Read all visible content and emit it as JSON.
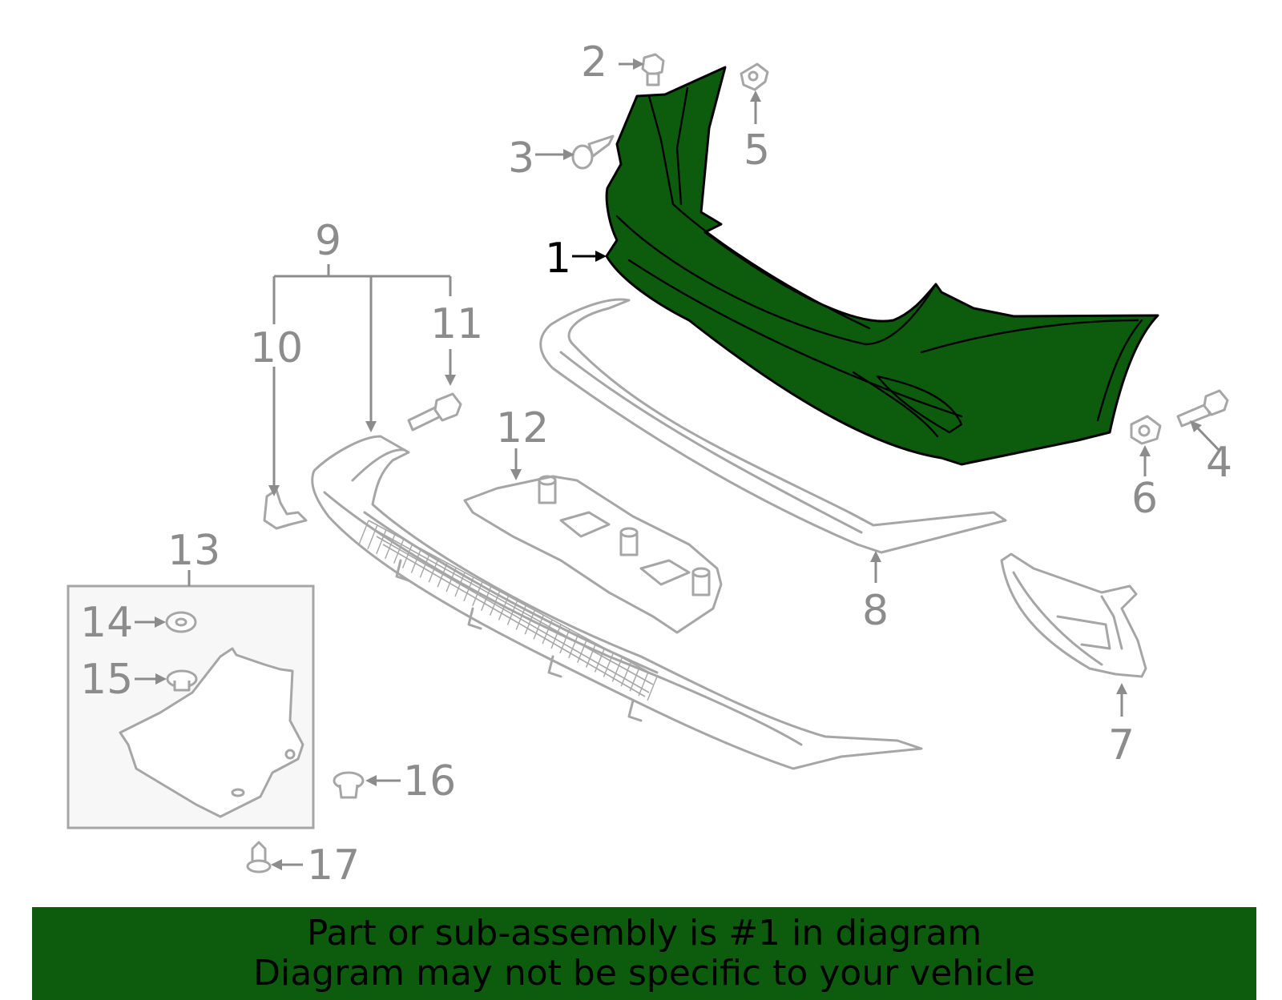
{
  "diagram": {
    "highlight_color": "#0d5c0d",
    "callouts": [
      {
        "id": "1",
        "label": "1",
        "highlighted": true
      },
      {
        "id": "2",
        "label": "2"
      },
      {
        "id": "3",
        "label": "3"
      },
      {
        "id": "4",
        "label": "4"
      },
      {
        "id": "5",
        "label": "5"
      },
      {
        "id": "6",
        "label": "6"
      },
      {
        "id": "7",
        "label": "7"
      },
      {
        "id": "8",
        "label": "8"
      },
      {
        "id": "9",
        "label": "9"
      },
      {
        "id": "10",
        "label": "10"
      },
      {
        "id": "11",
        "label": "11"
      },
      {
        "id": "12",
        "label": "12"
      },
      {
        "id": "13",
        "label": "13"
      },
      {
        "id": "14",
        "label": "14"
      },
      {
        "id": "15",
        "label": "15"
      },
      {
        "id": "16",
        "label": "16"
      },
      {
        "id": "17",
        "label": "17"
      }
    ]
  },
  "banner": {
    "line1": "Part or sub-assembly is #1 in diagram",
    "line2": "Diagram may not be specific to your vehicle"
  }
}
